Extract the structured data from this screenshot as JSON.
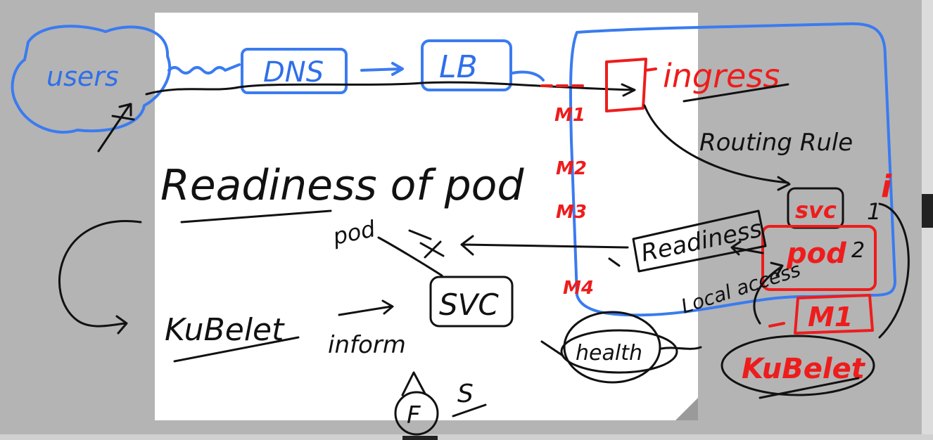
{
  "diagram": {
    "title": "Readiness of pod",
    "labels": {
      "users": "users",
      "dns": "DNS",
      "lb": "LB",
      "ingress": "ingress",
      "routing_rule": "Routing Rule",
      "pod_small": "pod",
      "svc_left": "SVC",
      "kubelet_left": "KuBelet",
      "inform": "inform",
      "f": "F",
      "s": "S",
      "readiness_right": "Readiness",
      "local_access": "Local access",
      "health": "health",
      "svc_right": "svc",
      "pod_right": "pod",
      "m1_box": "M1",
      "kubelet_right": "KuBelet",
      "i": "i",
      "one": "1",
      "two": "2"
    },
    "nodes": [
      "M1",
      "M2",
      "M3",
      "M4"
    ]
  },
  "colors": {
    "ink_black": "#111111",
    "ink_blue": "#2f6fea",
    "ink_red": "#ee1c1c",
    "canvas": "#b4b4b4",
    "sheet": "#ffffff"
  }
}
